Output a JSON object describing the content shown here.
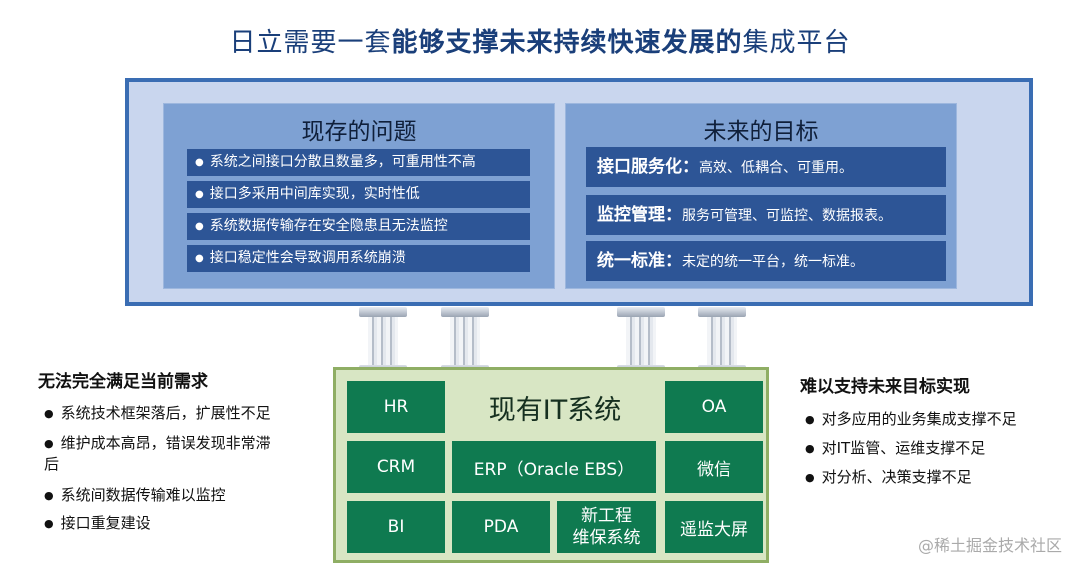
{
  "title": {
    "part1": "日立需要一套",
    "part2": "能够支撑未来持续快速发展的",
    "part3": "集成平台"
  },
  "left_panel": {
    "heading": "现存的问题",
    "items": [
      "系统之间接口分散且数量多，可重用性不高",
      "接口多采用中间库实现，实时性低",
      "系统数据传输存在安全隐患且无法监控",
      "接口稳定性会导致调用系统崩溃"
    ]
  },
  "right_panel": {
    "heading": "未来的目标",
    "items": [
      {
        "key": "接口服务化：",
        "value": "高效、低耦合、可重用。"
      },
      {
        "key": "监控管理：",
        "value": "服务可管理、可监控、数据报表。"
      },
      {
        "key": "统一标准：",
        "value": "未定的统一平台，统一标准。"
      }
    ]
  },
  "left_side": {
    "heading": "无法完全满足当前需求",
    "items": [
      "系统技术框架落后，扩展性不足",
      "维护成本高昂，错误发现非常滞",
      "系统间数据传输难以监控",
      "接口重复建设"
    ],
    "wrap_tail": "后"
  },
  "right_side": {
    "heading": "难以支持未来目标实现",
    "items": [
      "对多应用的业务集成支撑不足",
      "对IT监管、运维支撑不足",
      "对分析、决策支撑不足"
    ]
  },
  "it_system": {
    "title": "现有IT系统",
    "cells": {
      "hr": "HR",
      "oa": "OA",
      "crm": "CRM",
      "erp": "ERP（Oracle EBS）",
      "weixin": "微信",
      "bi": "BI",
      "pda": "PDA",
      "xgc_line1": "新工程",
      "xgc_line2": "维保系统",
      "screen": "遥监大屏"
    }
  },
  "watermark": "@稀土掘金技术社区",
  "colors": {
    "title": "#1a3f7a",
    "frame_border": "#3a6db3",
    "panel_bg": "#7ea1d3",
    "item_bg": "#2d5596",
    "it_cell": "#0f7a50",
    "it_frame_bg": "#d8e6c4"
  }
}
